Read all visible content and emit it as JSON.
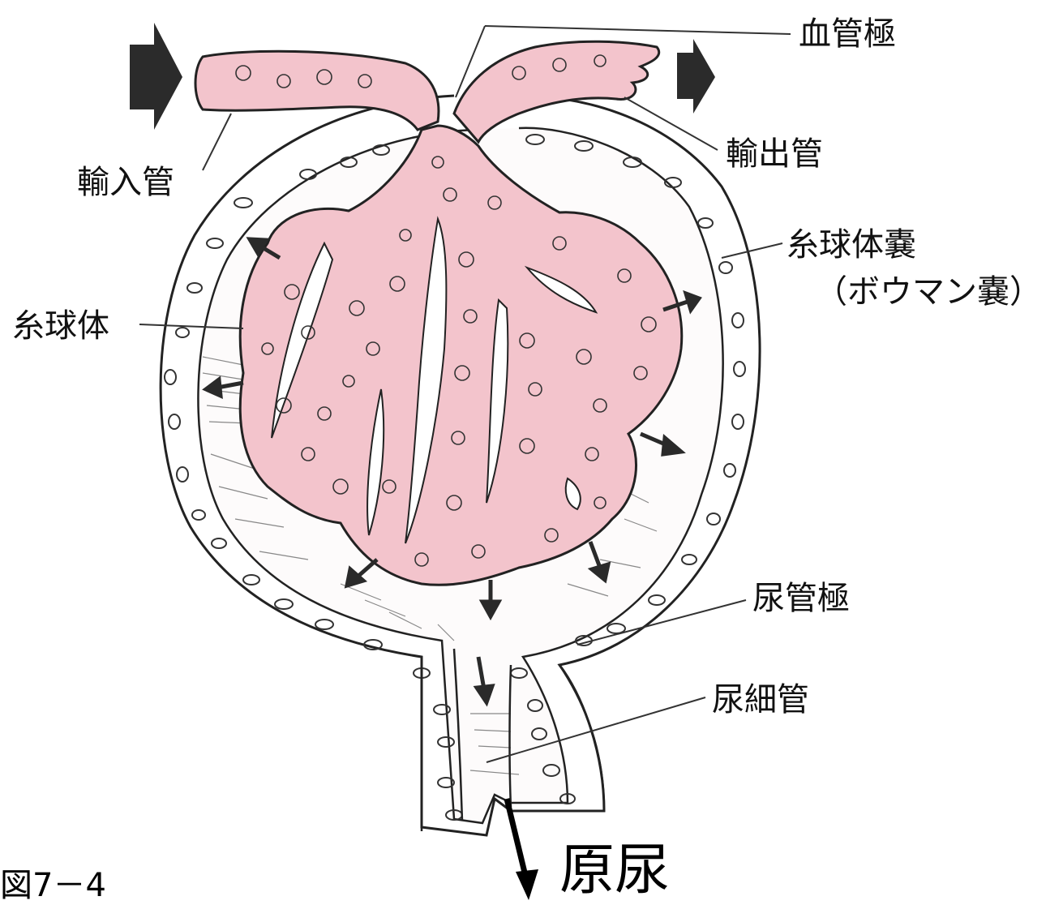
{
  "labels": {
    "vascular_pole": "血管極",
    "efferent_arteriole": "輸出管",
    "afferent_arteriole": "輸入管",
    "bowman_capsule_line1": "糸球体嚢",
    "bowman_capsule_line2": "（ボウマン嚢）",
    "glomerulus": "糸球体",
    "urinary_pole": "尿管極",
    "renal_tubule": "尿細管",
    "primary_urine": "原尿",
    "figure_number": "図7－4"
  },
  "colors": {
    "capillary_fill": "#f3c4cc",
    "outline": "#222222",
    "flow_arrow": "#2a2a2a",
    "background": "#ffffff"
  }
}
